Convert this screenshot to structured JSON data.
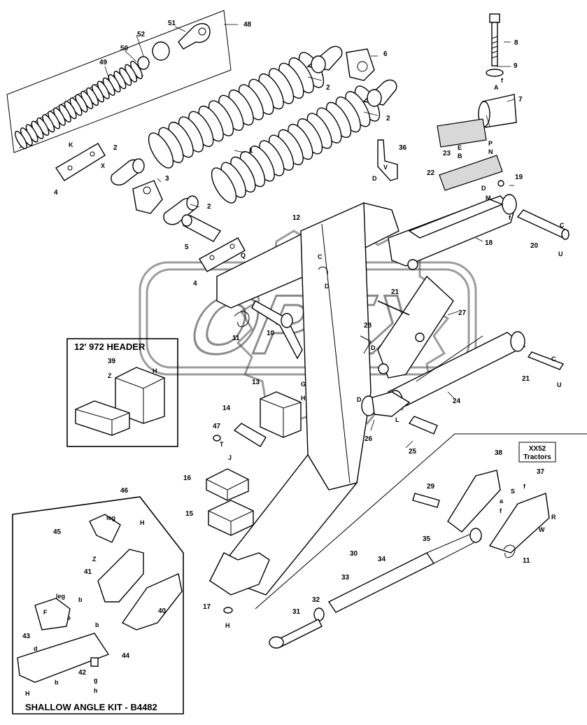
{
  "insets": {
    "header_kit": "12' 972 HEADER",
    "shallow_kit": "SHALLOW ANGLE KIT - B4482",
    "tractor_note": "XX52\nTractors"
  },
  "watermark": "OPEX",
  "callouts": [
    {
      "id": "c48",
      "text": "48"
    },
    {
      "id": "c51",
      "text": "51"
    },
    {
      "id": "c52",
      "text": "52"
    },
    {
      "id": "c50",
      "text": "50"
    },
    {
      "id": "c49",
      "text": "49"
    },
    {
      "id": "c6",
      "text": "6"
    },
    {
      "id": "c2a",
      "text": "2"
    },
    {
      "id": "c2b",
      "text": "2"
    },
    {
      "id": "c1",
      "text": "1"
    },
    {
      "id": "c2c",
      "text": "2"
    },
    {
      "id": "c3",
      "text": "3"
    },
    {
      "id": "c2d",
      "text": "2"
    },
    {
      "id": "c4a",
      "text": "4"
    },
    {
      "id": "c5",
      "text": "5"
    },
    {
      "id": "c4b",
      "text": "4"
    },
    {
      "id": "c8",
      "text": "8"
    },
    {
      "id": "c9",
      "text": "9"
    },
    {
      "id": "c7",
      "text": "7"
    },
    {
      "id": "c23",
      "text": "23"
    },
    {
      "id": "c36",
      "text": "36"
    },
    {
      "id": "c22",
      "text": "22"
    },
    {
      "id": "c19",
      "text": "19"
    },
    {
      "id": "c18",
      "text": "18"
    },
    {
      "id": "c20",
      "text": "20"
    },
    {
      "id": "c12",
      "text": "12"
    },
    {
      "id": "c21a",
      "text": "21"
    },
    {
      "id": "c27",
      "text": "27"
    },
    {
      "id": "c28",
      "text": "28"
    },
    {
      "id": "c11a",
      "text": "11"
    },
    {
      "id": "c10",
      "text": "10"
    },
    {
      "id": "c39",
      "text": "39"
    },
    {
      "id": "c13",
      "text": "13"
    },
    {
      "id": "c14",
      "text": "14"
    },
    {
      "id": "c47",
      "text": "47"
    },
    {
      "id": "c24",
      "text": "24"
    },
    {
      "id": "c21b",
      "text": "21"
    },
    {
      "id": "c26",
      "text": "26"
    },
    {
      "id": "c25",
      "text": "25"
    },
    {
      "id": "c16",
      "text": "16"
    },
    {
      "id": "c15",
      "text": "15"
    },
    {
      "id": "c17",
      "text": "17"
    },
    {
      "id": "c46",
      "text": "46"
    },
    {
      "id": "c45",
      "text": "45"
    },
    {
      "id": "c41",
      "text": "41"
    },
    {
      "id": "c43",
      "text": "43"
    },
    {
      "id": "c40",
      "text": "40"
    },
    {
      "id": "c44",
      "text": "44"
    },
    {
      "id": "c42",
      "text": "42"
    },
    {
      "id": "c38",
      "text": "38"
    },
    {
      "id": "c37",
      "text": "37"
    },
    {
      "id": "c29",
      "text": "29"
    },
    {
      "id": "c35",
      "text": "35"
    },
    {
      "id": "c30",
      "text": "30"
    },
    {
      "id": "c34",
      "text": "34"
    },
    {
      "id": "c33",
      "text": "33"
    },
    {
      "id": "c32",
      "text": "32"
    },
    {
      "id": "c31",
      "text": "31"
    },
    {
      "id": "c11b",
      "text": "11"
    }
  ],
  "letters": [
    {
      "id": "lK",
      "text": "K"
    },
    {
      "id": "lX",
      "text": "X"
    },
    {
      "id": "lQ",
      "text": "Q"
    },
    {
      "id": "lA",
      "text": "A"
    },
    {
      "id": "lf1",
      "text": "f"
    },
    {
      "id": "lE",
      "text": "E"
    },
    {
      "id": "lB",
      "text": "B"
    },
    {
      "id": "lP",
      "text": "P"
    },
    {
      "id": "lN",
      "text": "N"
    },
    {
      "id": "lV",
      "text": "V"
    },
    {
      "id": "lD1",
      "text": "D"
    },
    {
      "id": "lD2",
      "text": "D"
    },
    {
      "id": "lM",
      "text": "M"
    },
    {
      "id": "lf2",
      "text": "f"
    },
    {
      "id": "lC1",
      "text": "C"
    },
    {
      "id": "lU1",
      "text": "U"
    },
    {
      "id": "lC2",
      "text": "C"
    },
    {
      "id": "lD3",
      "text": "D"
    },
    {
      "id": "lZ1",
      "text": "Z"
    },
    {
      "id": "lH1",
      "text": "H"
    },
    {
      "id": "lG",
      "text": "G"
    },
    {
      "id": "lH2",
      "text": "H"
    },
    {
      "id": "lT",
      "text": "T"
    },
    {
      "id": "lD4",
      "text": "D"
    },
    {
      "id": "lL",
      "text": "L"
    },
    {
      "id": "lC3",
      "text": "C"
    },
    {
      "id": "lU2",
      "text": "U"
    },
    {
      "id": "lJ",
      "text": "J"
    },
    {
      "id": "lH3",
      "text": "H"
    },
    {
      "id": "lleg1",
      "text": "leg"
    },
    {
      "id": "lH4",
      "text": "H"
    },
    {
      "id": "lZ2",
      "text": "Z"
    },
    {
      "id": "lleg2",
      "text": "leg"
    },
    {
      "id": "lb1",
      "text": "b"
    },
    {
      "id": "lF",
      "text": "F"
    },
    {
      "id": "le",
      "text": "e"
    },
    {
      "id": "lb2",
      "text": "b"
    },
    {
      "id": "ld",
      "text": "d"
    },
    {
      "id": "lg",
      "text": "g"
    },
    {
      "id": "lh",
      "text": "h"
    },
    {
      "id": "lH5",
      "text": "H"
    },
    {
      "id": "lb3",
      "text": "b"
    },
    {
      "id": "lS",
      "text": "S"
    },
    {
      "id": "lf3",
      "text": "f"
    },
    {
      "id": "la",
      "text": "a"
    },
    {
      "id": "lf4",
      "text": "f"
    },
    {
      "id": "lR",
      "text": "R"
    },
    {
      "id": "lW",
      "text": "W"
    },
    {
      "id": "lD5",
      "text": "D"
    }
  ]
}
